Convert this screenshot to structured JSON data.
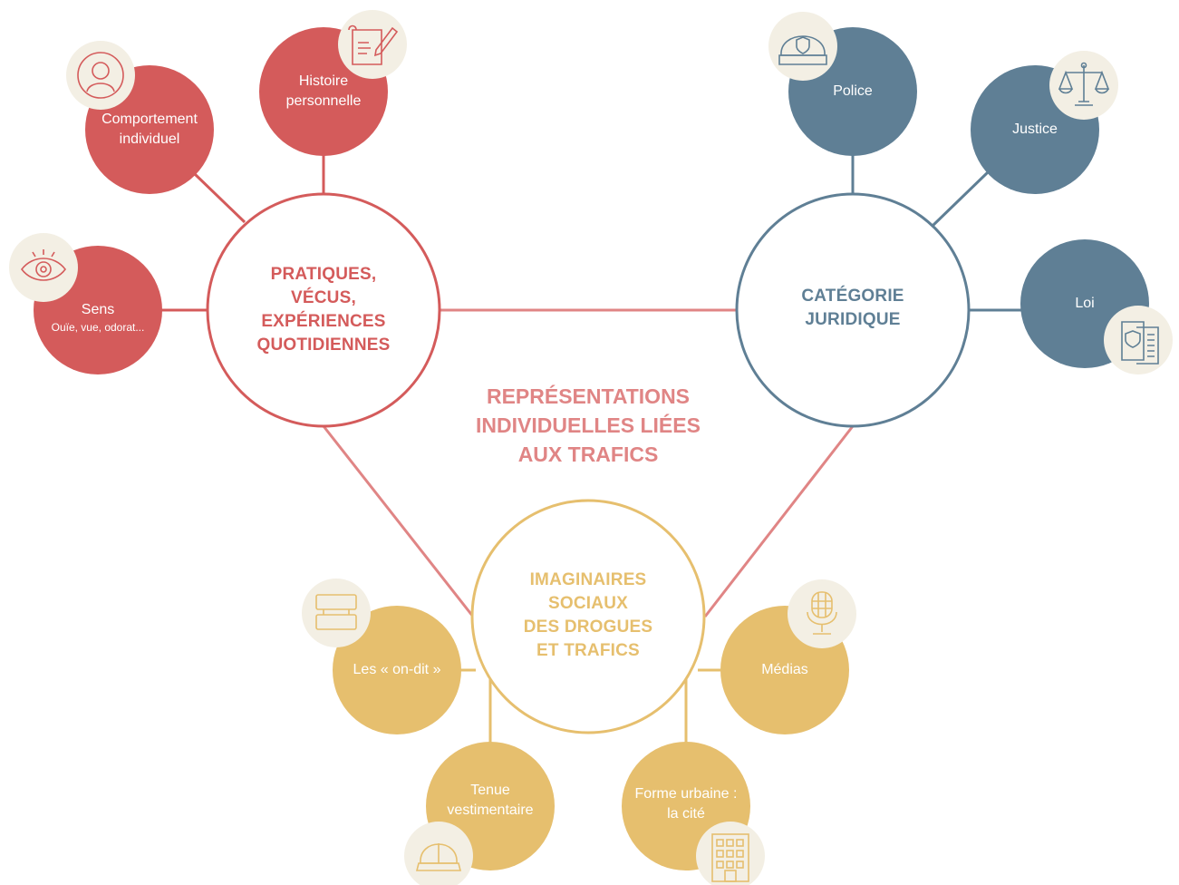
{
  "center_title": {
    "lines": [
      "REPRÉSENTATIONS",
      "INDIVIDUELLES LIÉES",
      "AUX TRAFICS"
    ]
  },
  "colors": {
    "red": "#d45b5b",
    "red_line": "#e08585",
    "blue": "#5f7f95",
    "yellow": "#e6bf6e",
    "icon_bg": "#f3efe4"
  },
  "hubs": {
    "pratiques": {
      "lines": [
        "PRATIQUES,",
        "VÉCUS,",
        "EXPÉRIENCES",
        "QUOTIDIENNES"
      ]
    },
    "juridique": {
      "lines": [
        "CATÉGORIE",
        "JURIDIQUE"
      ]
    },
    "imaginaires": {
      "lines": [
        "IMAGINAIRES",
        "SOCIAUX",
        "DES DROGUES",
        "ET TRAFICS"
      ]
    }
  },
  "satellites": {
    "comportement": {
      "lines": [
        "Comportement",
        "individuel"
      ],
      "icon": "person-icon"
    },
    "histoire": {
      "lines": [
        "Histoire",
        "personnelle"
      ],
      "icon": "pen-paper-icon"
    },
    "sens": {
      "label": "Sens",
      "sublabel": "Ouïe, vue, odorat...",
      "icon": "eye-icon"
    },
    "police": {
      "label": "Police",
      "icon": "police-cap-icon"
    },
    "justice": {
      "label": "Justice",
      "icon": "scales-icon"
    },
    "loi": {
      "label": "Loi",
      "icon": "law-document-icon"
    },
    "ondit": {
      "label": "Les « on-dit »",
      "icon": "speech-bubbles-icon"
    },
    "tenue": {
      "lines": [
        "Tenue",
        "vestimentaire"
      ],
      "icon": "cap-icon"
    },
    "forme": {
      "lines": [
        "Forme urbaine :",
        "la cité"
      ],
      "icon": "building-icon"
    },
    "medias": {
      "label": "Médias",
      "icon": "microphone-icon"
    }
  }
}
